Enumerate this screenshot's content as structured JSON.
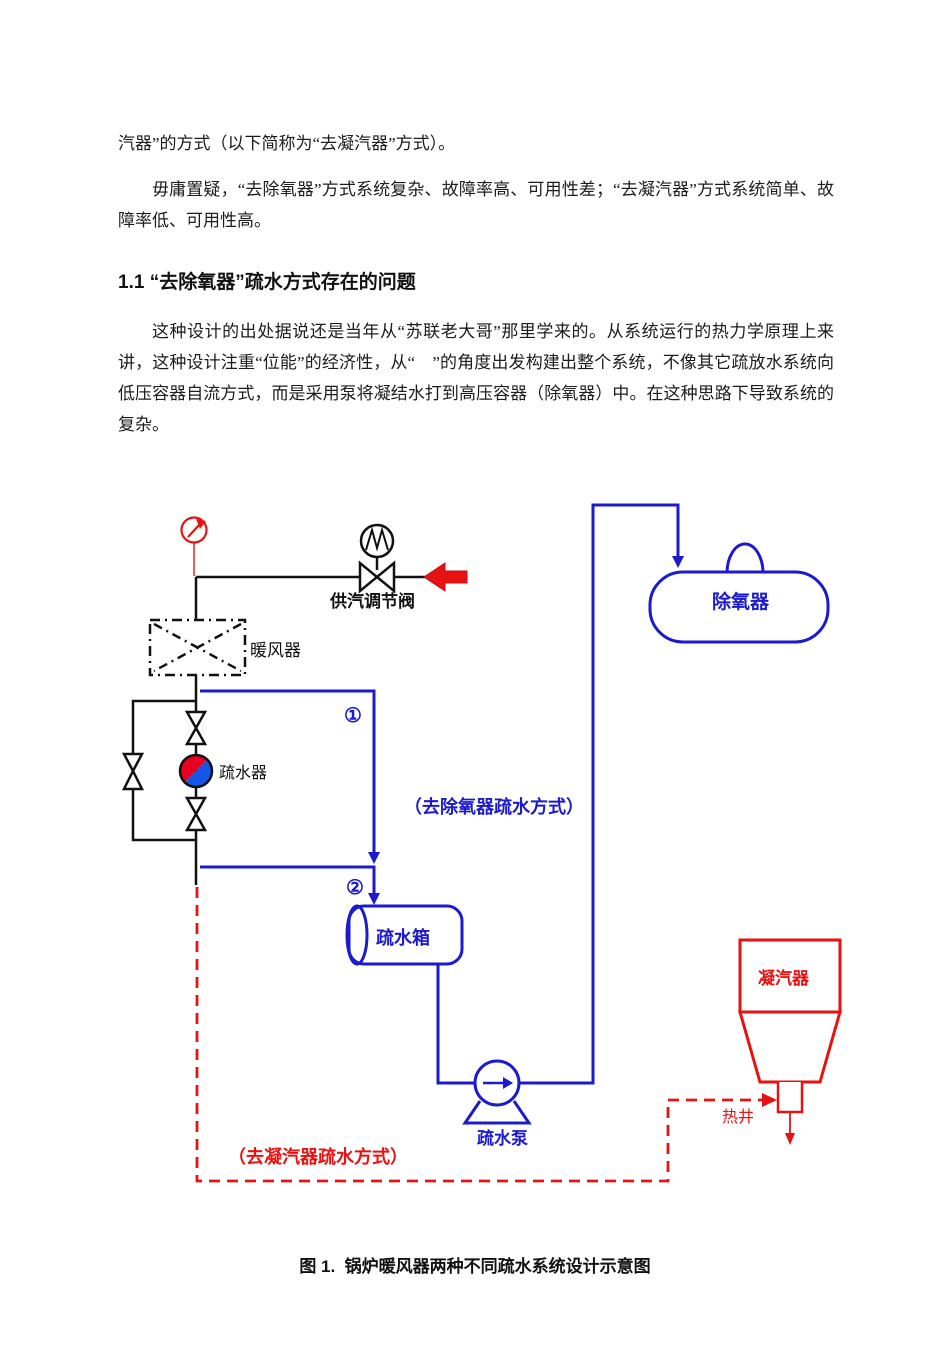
{
  "document": {
    "body": {
      "para1": "汽器”的方式（以下简称为“去凝汽器”方式）。",
      "para2": "毋庸置疑，“去除氧器”方式系统复杂、故障率高、可用性差；“去凝汽器”方式系统简单、故障率低、可用性高。",
      "heading_1_1": "1.1 “去除氧器”疏水方式存在的问题",
      "para3": "这种设计的出处据说还是当年从“苏联老大哥”那里学来的。从系统运行的热力学原理上来讲，这种设计注重“位能”的经济性，从“　”的角度出发构建出整个系统，不像其它疏放水系统向低压容器自流方式，而是采用泵将凝结水打到高压容器（除氧器）中。在这种思路下导致系统的复杂。",
      "figure_caption": "图 1.  锅炉暖风器两种不同疏水系统设计示意图"
    },
    "diagram": {
      "labels": {
        "supply_valve": "供汽调节阀",
        "air_heater": "暖风器",
        "steam_trap": "疏水器",
        "route1_marker": "①",
        "route2_marker": "②",
        "blue_route_label": "（去除氧器疏水方式）",
        "drain_tank": "疏水箱",
        "drain_pump": "疏水泵",
        "deaerator": "除氧器",
        "condenser": "凝汽器",
        "hotwell": "热井",
        "red_route_label": "（去凝汽器疏水方式）"
      },
      "colors": {
        "pipe_blue": "#1c1acd",
        "pipe_red": "#e81212",
        "pipe_black": "#111111",
        "trap_red": "#e8001e",
        "trap_blue": "#1457e8"
      }
    }
  }
}
